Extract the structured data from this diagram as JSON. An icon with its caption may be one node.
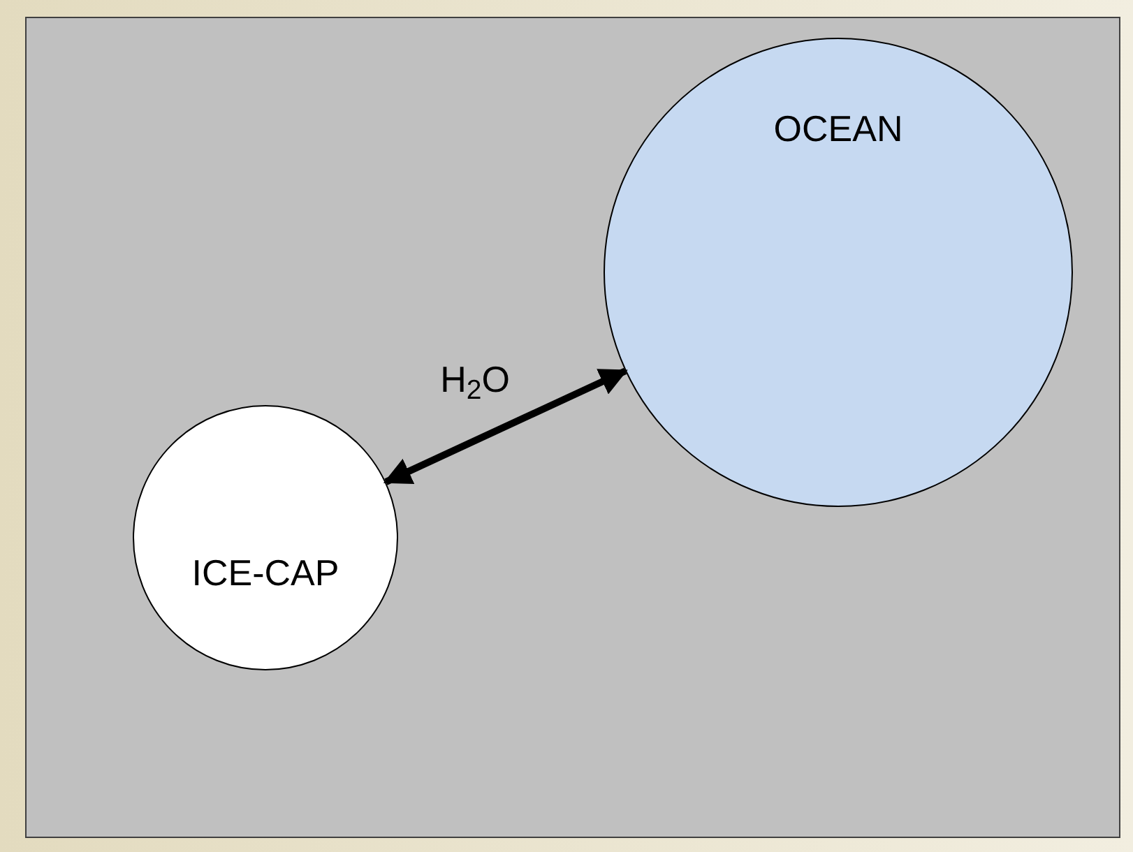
{
  "diagram": {
    "nodes": [
      {
        "text": [
          "OCEAN"
        ]
      },
      {
        "text": [
          "ICE-CAP"
        ]
      }
    ],
    "edges": [
      {
        "from": 1,
        "to": 0,
        "arrow": "both",
        "label": "H$_{2}$O"
      }
    ]
  }
}
